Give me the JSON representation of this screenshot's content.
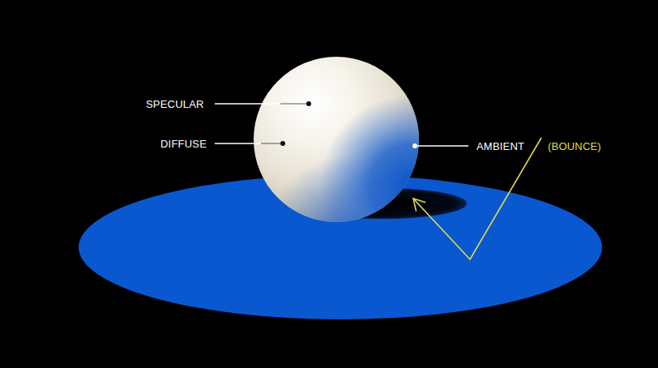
{
  "diagram": {
    "labels": [
      "SPECULAR",
      "DIFFUSE",
      "AMBIENT",
      "(BOUNCE)"
    ]
  }
}
